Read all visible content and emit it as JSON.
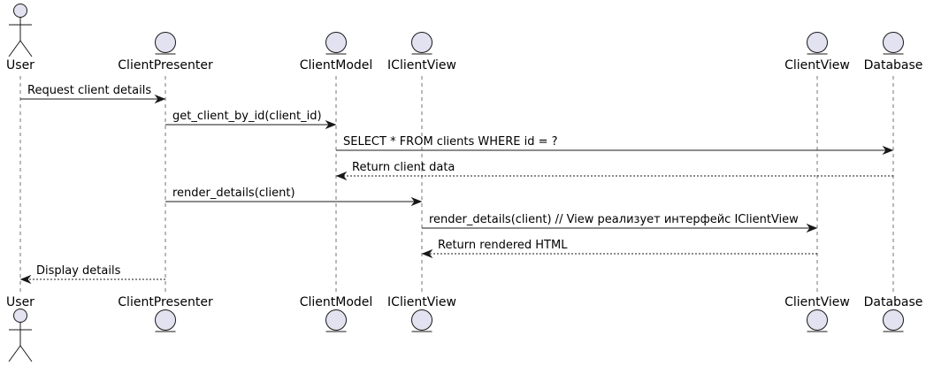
{
  "participants": [
    {
      "id": "user",
      "label": "User",
      "kind": "actor"
    },
    {
      "id": "presenter",
      "label": "ClientPresenter",
      "kind": "entity"
    },
    {
      "id": "model",
      "label": "ClientModel",
      "kind": "entity"
    },
    {
      "id": "iview",
      "label": "IClientView",
      "kind": "entity"
    },
    {
      "id": "view",
      "label": "ClientView",
      "kind": "entity"
    },
    {
      "id": "db",
      "label": "Database",
      "kind": "entity"
    }
  ],
  "messages": [
    {
      "from": "user",
      "to": "presenter",
      "label": "Request client details",
      "style": "solid"
    },
    {
      "from": "presenter",
      "to": "model",
      "label": "get_client_by_id(client_id)",
      "style": "solid"
    },
    {
      "from": "model",
      "to": "db",
      "label": "SELECT * FROM clients WHERE id = ?",
      "style": "solid"
    },
    {
      "from": "db",
      "to": "model",
      "label": "Return client data",
      "style": "dashed"
    },
    {
      "from": "presenter",
      "to": "iview",
      "label": "render_details(client)",
      "style": "solid"
    },
    {
      "from": "iview",
      "to": "view",
      "label": "render_details(client)  // View реализует интерфейс IClientView",
      "style": "solid"
    },
    {
      "from": "view",
      "to": "iview",
      "label": "Return rendered HTML",
      "style": "dashed"
    },
    {
      "from": "presenter",
      "to": "user",
      "label": "Display details",
      "style": "dashed"
    }
  ],
  "colors": {
    "participant_fill": "#e2e2f0",
    "participant_stroke": "#181818",
    "line": "#181818"
  }
}
